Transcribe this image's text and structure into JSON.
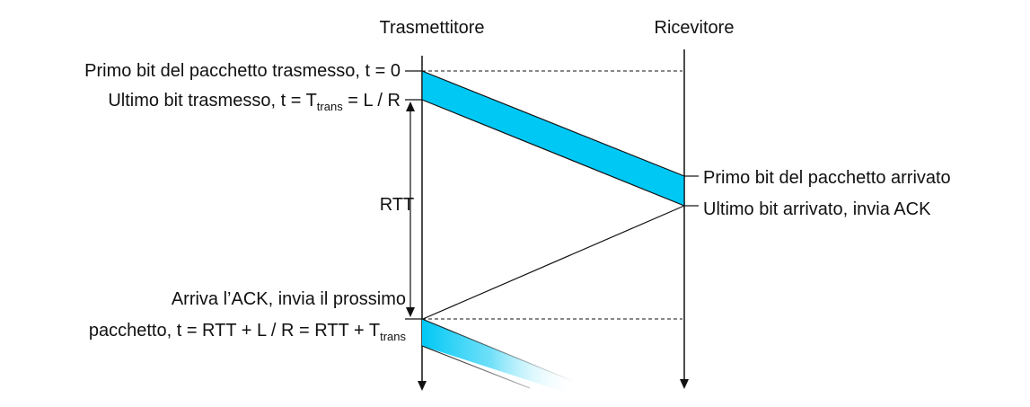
{
  "diagram": {
    "sender_label": "Trasmettitore",
    "receiver_label": "Ricevitore",
    "first_bit_sent": "Primo bit del pacchetto trasmesso, t = 0",
    "last_bit_sent_prefix": "Ultimo bit trasmesso, t = T",
    "last_bit_sent_sub": "trans",
    "last_bit_sent_suffix": " = L / R",
    "rtt_label": "RTT",
    "first_bit_arrived": "Primo bit del pacchetto arrivato",
    "last_bit_arrived": "Ultimo bit arrivato, invia ACK",
    "ack_arrives_line1": "Arriva l’ACK, invia il prossimo",
    "ack_arrives_line2_prefix": "pacchetto, t = RTT + L / R =  RTT + T",
    "ack_arrives_line2_sub": "trans"
  },
  "colors": {
    "packet_fill": "#00c8f5",
    "packet_stroke": "#111111",
    "line": "#111111"
  }
}
